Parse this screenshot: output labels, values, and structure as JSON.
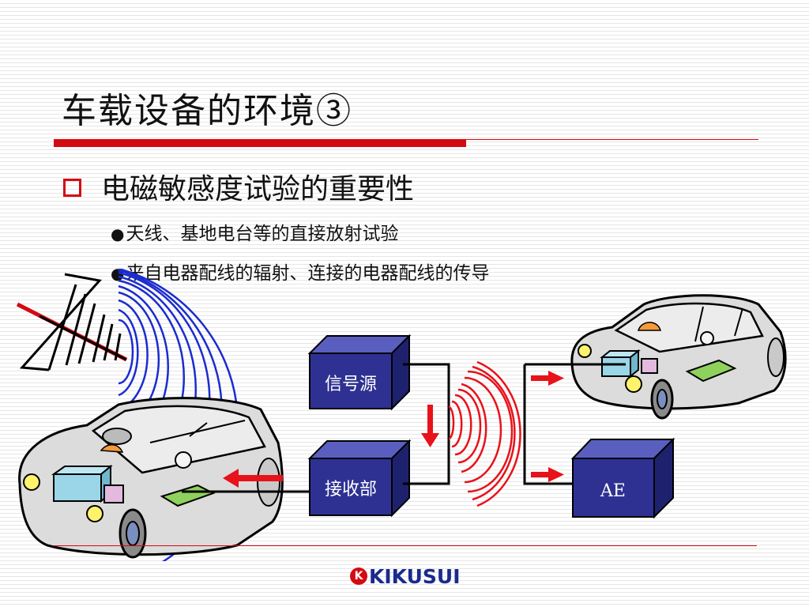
{
  "slide": {
    "title": "车载设备的环境③",
    "bullet_main": "电磁敏感度试验的重要性",
    "sub_bullets": [
      "天线、基地电台等的直接放射试验",
      "来自电器配线的辐射、连接的电器配线的传导"
    ],
    "bullet_dot": "●"
  },
  "diagram": {
    "signal_source_label": "信号源",
    "receiver_label": "接收部",
    "ae_label": "AE"
  },
  "footer": {
    "logo_text": "KIKUSUI",
    "logo_mark": "K"
  },
  "colors": {
    "accent_red": "#d40a12",
    "box_fill": "#2e3192",
    "wave_blue": "#1b2ccf",
    "logo_blue": "#1a2a8c"
  }
}
